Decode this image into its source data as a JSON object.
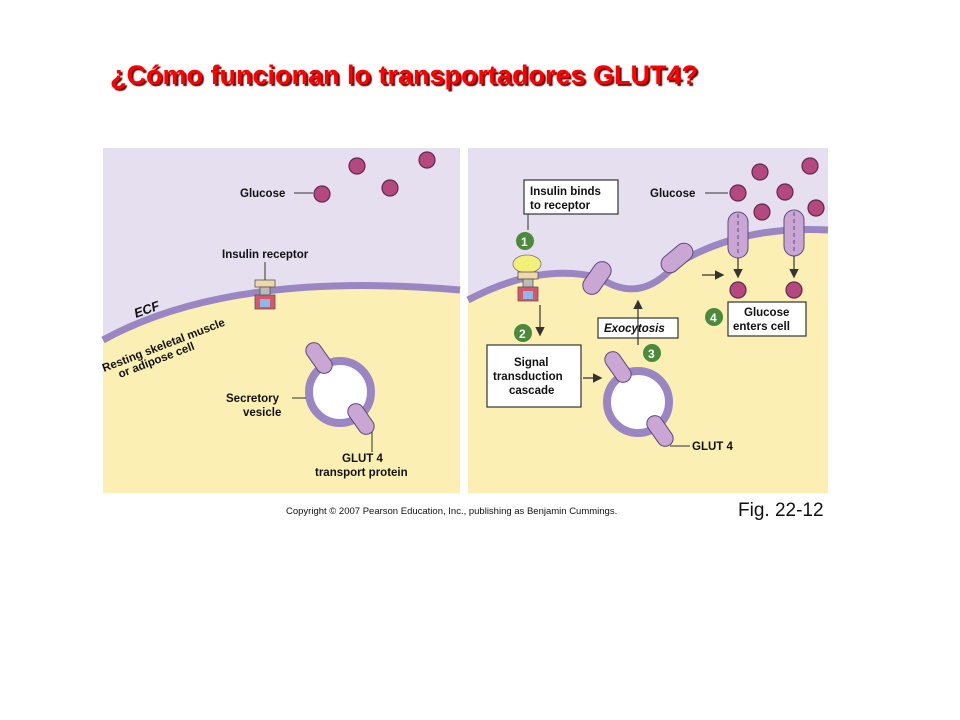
{
  "title": "¿Cómo funcionan lo transportadores GLUT4?",
  "colors": {
    "title": "#ff0000",
    "ecf": "#e6dff0",
    "cytoplasm": "#fbefb4",
    "membrane": "#9b86c4",
    "glucose": "#b5487f"
  },
  "left_panel": {
    "glucose": "Glucose",
    "insulin_receptor": "Insulin receptor",
    "ecf": "ECF",
    "cell_line1": "Resting skeletal muscle",
    "cell_line2": "or adipose cell",
    "vesicle_line1": "Secretory",
    "vesicle_line2": "vesicle",
    "glut4_line1": "GLUT 4",
    "glut4_line2": "transport protein"
  },
  "right_panel": {
    "insulin_line1": "Insulin binds",
    "insulin_line2": "to receptor",
    "glucose": "Glucose",
    "signal_line1": "Signal",
    "signal_line2": "transduction",
    "signal_line3": "cascade",
    "exocytosis": "Exocytosis",
    "enters_line1": "Glucose",
    "enters_line2": "enters cell",
    "glut4": "GLUT 4",
    "steps": [
      "1",
      "2",
      "3",
      "4"
    ]
  },
  "copyright": "Copyright © 2007 Pearson Education, Inc., publishing as Benjamin Cummings.",
  "fig": "Fig. 22-12"
}
